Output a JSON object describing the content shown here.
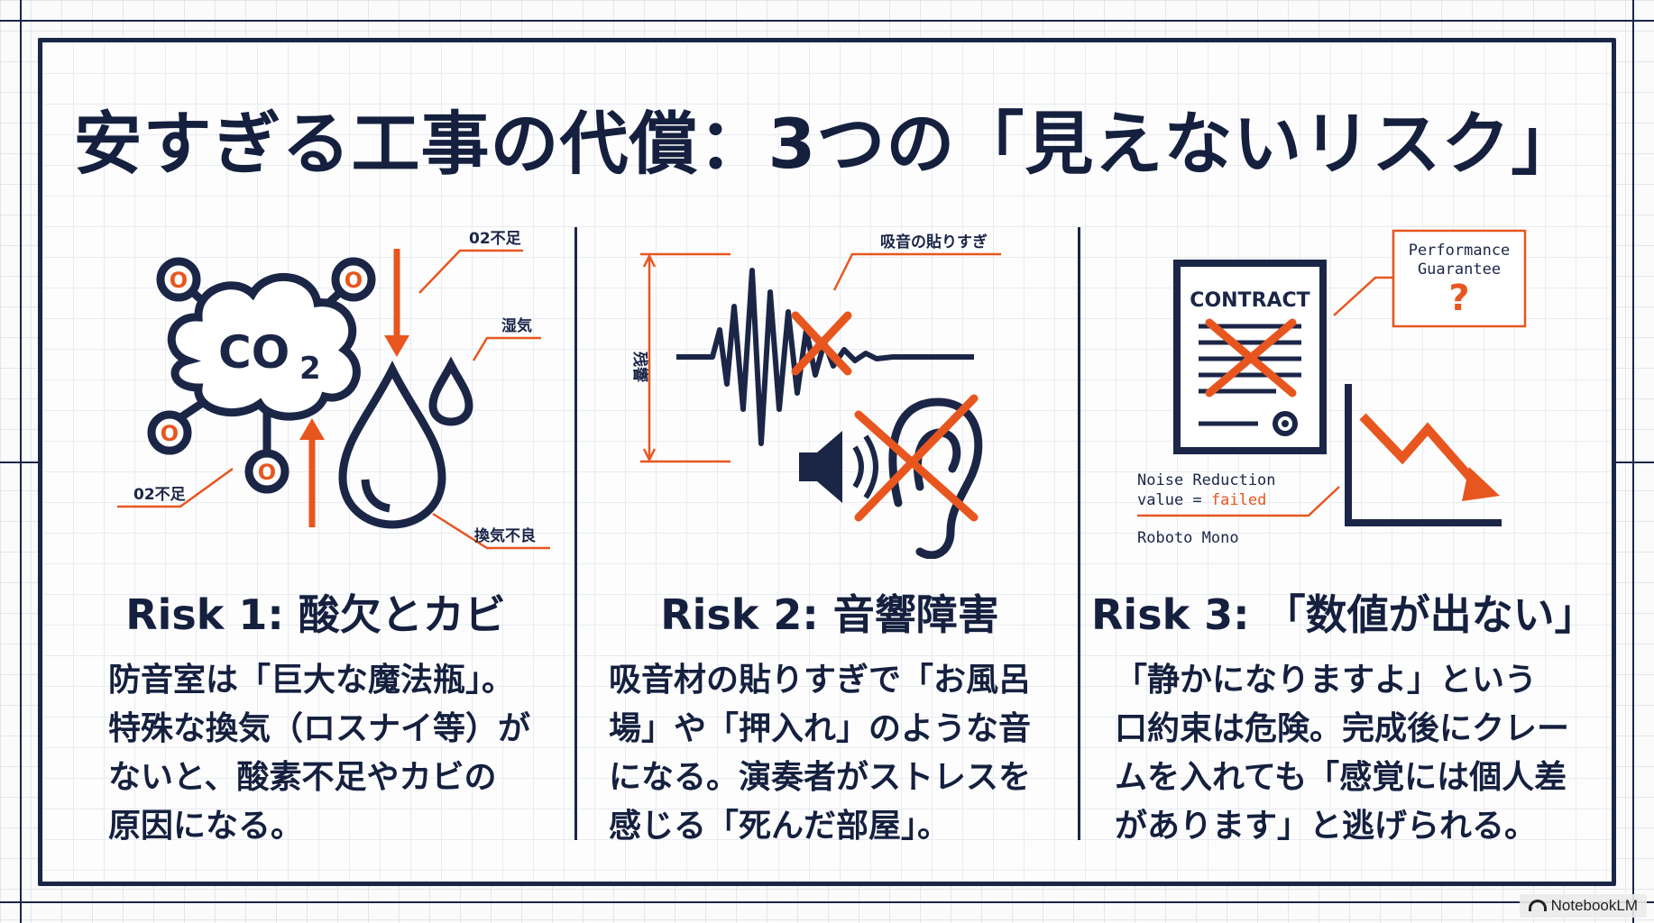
{
  "title": "安すぎる工事の代償：3つの「見えないリスク」",
  "risks": [
    {
      "title": "Risk 1: 酸欠とカビ",
      "body_lines": [
        "防音室は「巨大な魔法瓶」。",
        "特殊な換気（ロスナイ等）が",
        "ないと、酸素不足やカビの",
        "原因になる。"
      ],
      "illustration": {
        "co2_label": "CO",
        "co2_sub": "2",
        "o_label": "O",
        "annotations": [
          "02不足",
          "湿気",
          "02不足",
          "換気不良"
        ],
        "icons": [
          "co2-molecule-icon",
          "water-drop-icon",
          "arrow-down-icon",
          "arrow-up-icon"
        ]
      }
    },
    {
      "title": "Risk 2: 音響障害",
      "body_lines": [
        "吸音材の貼りすぎで「お風呂",
        "場」や「押入れ」のような音",
        "になる。演奏者がストレスを",
        "感じる「死んだ部屋」。"
      ],
      "illustration": {
        "annotations": [
          "吸音の貼りすぎ",
          "残響"
        ],
        "icons": [
          "sound-wave-icon",
          "speaker-icon",
          "ear-icon",
          "cross-mark-icon"
        ]
      }
    },
    {
      "title": "Risk 3: 「数値が出ない」",
      "body_lines": [
        "「静かになりますよ」という",
        "口約束は危険。完成後にクレー",
        "ムを入れても「感覚には個人差",
        "があります」と逃げられる。"
      ],
      "illustration": {
        "contract_label": "CONTRACT",
        "guarantee_line1": "Performance",
        "guarantee_line2": "Guarantee",
        "question_mark": "?",
        "noise_line1": "Noise Reduction",
        "noise_line2_prefix": "value = ",
        "noise_line2_value": "failed",
        "font_note": "Roboto Mono",
        "icons": [
          "contract-icon",
          "declining-chart-icon",
          "cross-mark-icon"
        ]
      }
    }
  ],
  "watermark": "NotebookLM",
  "colors": {
    "navy": "#1b2647",
    "orange": "#e8561f",
    "ink": "#15203f"
  }
}
